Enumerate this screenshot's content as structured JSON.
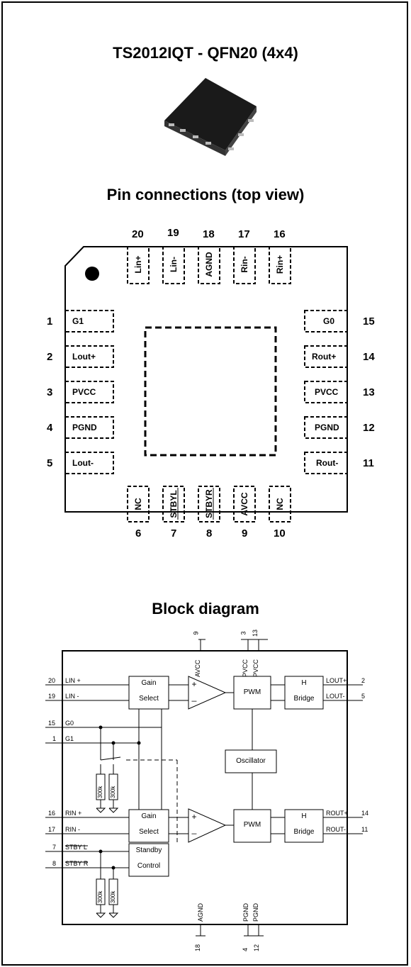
{
  "title": "TS2012IQT - QFN20 (4x4)",
  "pin_heading": "Pin connections (top view)",
  "block_heading": "Block diagram",
  "top_pins": [
    {
      "num": "20",
      "label": "Lin+"
    },
    {
      "num": "19",
      "label": "Lin-"
    },
    {
      "num": "18",
      "label": "AGND"
    },
    {
      "num": "17",
      "label": "Rin-"
    },
    {
      "num": "16",
      "label": "Rin+"
    }
  ],
  "left_pins": [
    {
      "num": "1",
      "label": "G1"
    },
    {
      "num": "2",
      "label": "Lout+"
    },
    {
      "num": "3",
      "label": "PVCC"
    },
    {
      "num": "4",
      "label": "PGND"
    },
    {
      "num": "5",
      "label": "Lout-"
    }
  ],
  "right_pins": [
    {
      "num": "15",
      "label": "G0"
    },
    {
      "num": "14",
      "label": "Rout+"
    },
    {
      "num": "13",
      "label": "PVCC"
    },
    {
      "num": "12",
      "label": "PGND"
    },
    {
      "num": "11",
      "label": "Rout-"
    }
  ],
  "bottom_pins": [
    {
      "num": "6",
      "label": "NC"
    },
    {
      "num": "7",
      "label": "STBYL"
    },
    {
      "num": "8",
      "label": "STBYR"
    },
    {
      "num": "9",
      "label": "AVCC"
    },
    {
      "num": "10",
      "label": "NC"
    }
  ],
  "block": {
    "top_pins": [
      {
        "num": "9",
        "label": "AVCC"
      },
      {
        "num": "3",
        "label": "PVCC"
      },
      {
        "num": "13",
        "label": "PVCC"
      }
    ],
    "bottom_pins": [
      {
        "num": "18",
        "label": "AGND"
      },
      {
        "num": "4",
        "label": "PGND"
      },
      {
        "num": "12",
        "label": "PGND"
      }
    ],
    "left_pins": [
      {
        "num": "20",
        "label": "LIN +"
      },
      {
        "num": "19",
        "label": "LIN -"
      },
      {
        "num": "15",
        "label": "G0"
      },
      {
        "num": "1",
        "label": "G1"
      },
      {
        "num": "16",
        "label": "RIN +"
      },
      {
        "num": "17",
        "label": "RIN -"
      },
      {
        "num": "7",
        "label": "STBY L"
      },
      {
        "num": "8",
        "label": "STBY R"
      }
    ],
    "right_pins": [
      {
        "num": "2",
        "label": "LOUT+"
      },
      {
        "num": "5",
        "label": "LOUT-"
      },
      {
        "num": "14",
        "label": "ROUT+"
      },
      {
        "num": "11",
        "label": "ROUT-"
      }
    ],
    "gain_select_top": [
      "Gain",
      "Select"
    ],
    "gain_select_bottom": [
      "Gain",
      "Select"
    ],
    "pwm_top": "PWM",
    "pwm_bottom": "PWM",
    "h_bridge_top": [
      "H",
      "Bridge"
    ],
    "h_bridge_bottom": [
      "H",
      "Bridge"
    ],
    "oscillator": "Oscillator",
    "standby": [
      "Standby",
      "Control"
    ],
    "resistor": "300k",
    "opamp_plus": "+",
    "opamp_minus": "_"
  }
}
